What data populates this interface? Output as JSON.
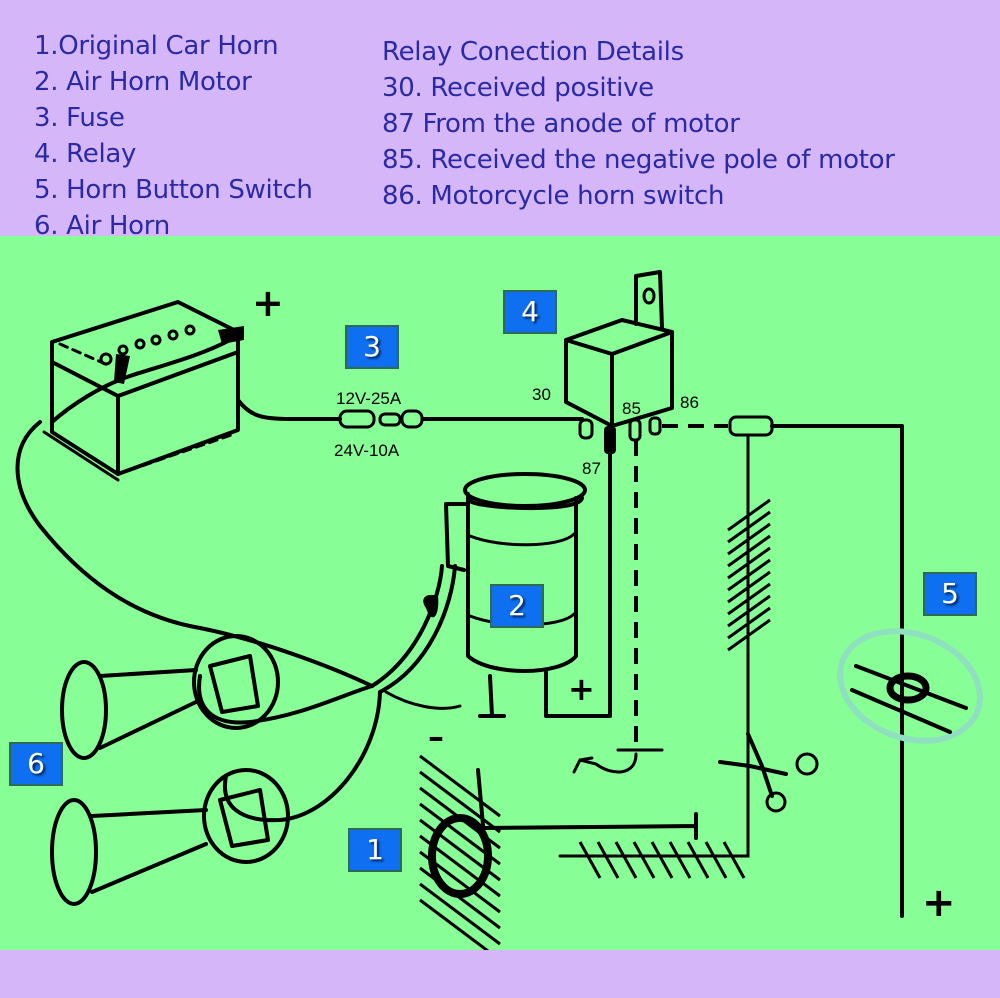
{
  "legend": {
    "components": [
      "1.Original Car Horn",
      "2. Air Horn Motor",
      "3. Fuse",
      "4. Relay",
      "5. Horn Button Switch",
      "6. Air Horn"
    ],
    "relay_title": "Relay Conection Details",
    "relay_pins": [
      "30. Received positive",
      "87 From the anode of motor",
      "85. Received the negative pole of motor",
      "86. Motorcycle horn switch"
    ]
  },
  "diagram": {
    "badges": [
      "1",
      "2",
      "3",
      "4",
      "5",
      "6"
    ],
    "fuse_rating_top": "12V-25A",
    "fuse_rating_bottom": "24V-10A",
    "relay_pin_labels": {
      "p30": "30",
      "p85": "85",
      "p86": "86",
      "p87": "87"
    },
    "polarity": {
      "battery_plus": "+",
      "motor_plus": "+",
      "switch_plus": "+",
      "ground_minus": "–"
    }
  },
  "colors": {
    "header_bg": "#d5b6f8",
    "panel_bg": "#88fe96",
    "legend_text": "#2a2aa6",
    "badge_bg": "#0e6ff0"
  }
}
